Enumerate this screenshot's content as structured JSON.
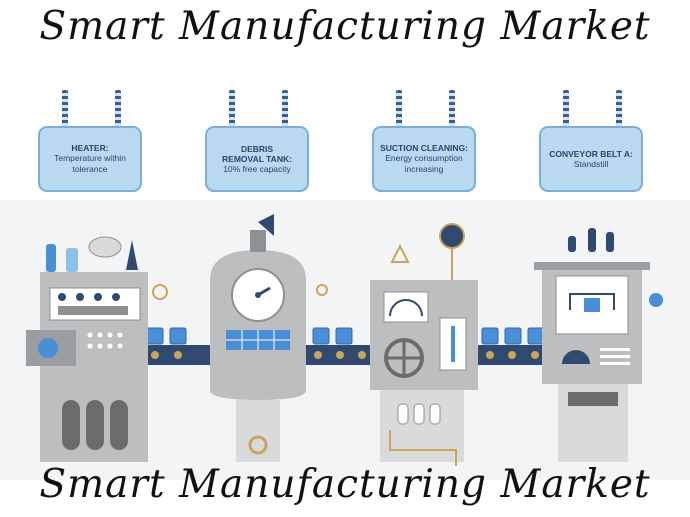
{
  "title": "Smart Manufacturing Market",
  "signs": [
    {
      "heading": "HEATER:",
      "desc": "Temperature within tolerance"
    },
    {
      "heading": "DEBRIS REMOVAL TANK:",
      "desc": "10% free capacity"
    },
    {
      "heading": "SUCTION CLEANING:",
      "desc": "Energy consumption increasing"
    },
    {
      "heading": "CONVEYOR BELT A:",
      "desc": "Standstill"
    }
  ],
  "colors": {
    "machine": "#bcbec0",
    "dark": "#8e9193",
    "blue": "#4a8fd6",
    "navy": "#2f4a6e",
    "gold": "#c8a55c",
    "sign_bg": "#b9d9f1"
  }
}
